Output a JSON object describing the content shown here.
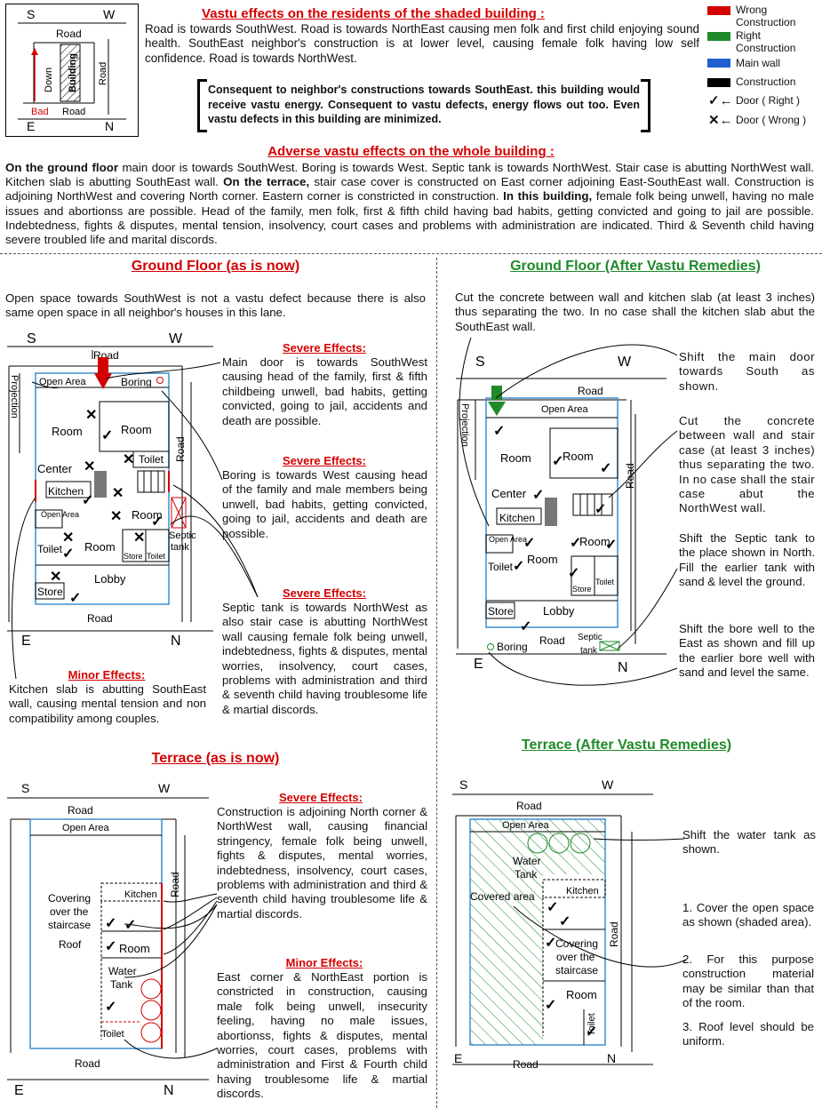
{
  "top": {
    "title": "Vastu effects on the residents of the shaded building :",
    "para": "Road is towards SouthWest. Road is towards NorthEast causing men folk and first child enjoying sound health. SouthEast neighbor's construction is at lower level, causing female folk having low self confidence. Road is towards NorthWest.",
    "note": "Consequent to neighbor's constructions towards SouthEast. this building would receive vastu energy. Consequent to vastu defects, energy flows out too. Even vastu defects in this building are minimized.",
    "inset": {
      "s": "S",
      "w": "W",
      "e": "E",
      "n": "N",
      "road_top": "Road",
      "road_right": "Road",
      "road_bottom": "Road",
      "down": "Down",
      "building": "Building",
      "bad": "Bad"
    }
  },
  "legend": [
    {
      "label": "Wrong Construction",
      "color": "#d40000"
    },
    {
      "label": "Right Construction",
      "color": "#1f8a2a"
    },
    {
      "label": "Main wall",
      "color": "#1f5fd0"
    },
    {
      "label": "Construction",
      "color": "#000000"
    },
    {
      "label": "Door ( Right )",
      "symbol": "✓←"
    },
    {
      "label": "Door ( Wrong )",
      "symbol": "✕←"
    }
  ],
  "adverse": {
    "title": "Adverse vastu effects on the whole building :",
    "p1_b": "On the ground floor",
    "p1": " main door is towards SouthWest. Boring is towards West. Septic tank is towards NorthWest. Stair case is abutting NorthWest wall. Kitchen slab is abutting SouthEast wall. ",
    "p2_b": "On the terrace,",
    "p2": " stair case cover is constructed on East corner adjoining East-SouthEast wall. Construction is adjoining NorthWest and covering North corner. Eastern corner is constricted in construction. ",
    "p3_b": "In this building,",
    "p3": " female folk being unwell, having no male issues and abortionss are possible. Head of the family, men folk, first & fifth child having bad habits, getting convicted and going to jail are possible. Indebtedness, fights & disputes, mental tension, insolvency, court cases and problems with administration are indicated. Third & Seventh child having severe troubled life and marital discords."
  },
  "gf_now": {
    "title": "Ground Floor (as is now)",
    "intro": "Open space towards SouthWest is not a vastu defect because there is also same open space in all neighbor's houses in this lane.",
    "sev1_title": "Severe Effects:",
    "sev1": "Main door is towards SouthWest causing head of the family, first & fifth childbeing unwell, bad habits, getting convicted, going to jail, accidents and death are possible.",
    "sev2_title": "Severe Effects:",
    "sev2": "Boring is towards West causing head of the family and male members being unwell, bad habits, getting convicted, going to jail, accidents and death are possible.",
    "sev3_title": "Severe Effects:",
    "sev3": "Septic tank is towards NorthWest as also stair case is abutting NorthWest wall causing female folk being unwell, indebtedness, fights & disputes, mental worries, insolvency, court cases, problems with administration and third & seventh child having troublesome life & martial discords.",
    "minor_title": "Minor Effects:",
    "minor": "Kitchen slab is abutting SouthEast wall, causing mental tension and non compatibility among couples.",
    "plan": {
      "s": "S",
      "w": "W",
      "e": "E",
      "n": "N",
      "road_top": "Road",
      "road_right": "Road",
      "road_bottom": "Road",
      "projection": "Projection",
      "open_area": "Open Area",
      "boring": "Boring",
      "room1": "Room",
      "room2": "Room",
      "room3": "Room",
      "room4": "Room",
      "center": "Center",
      "kitchen": "Kitchen",
      "toilet1": "Toilet",
      "toilet2": "Toilet",
      "toilet3": "Toilet",
      "store1": "Store",
      "store2": "Store",
      "open_area2": "Open Area",
      "septic": "Septic",
      "tank": "tank",
      "lobby": "Lobby"
    }
  },
  "gf_after": {
    "title": "Ground Floor (After Vastu Remedies)",
    "intro": "Cut the concrete between wall and kitchen slab (at least 3 inches) thus separating the two. In no case shall the kitchen slab abut the SouthEast wall.",
    "r1": "Shift the main door towards South as shown.",
    "r2": "Cut the concrete between wall and stair case (at least 3 inches) thus separating the two. In no case shall the stair case abut the NorthWest wall.",
    "r3": "Shift the Septic tank to the place shown in North. Fill the earlier tank with sand & level the ground.",
    "r4": "Shift the bore well to the East as shown and fill up the earlier bore well with sand and level the same.",
    "plan": {
      "s": "S",
      "w": "W",
      "e": "E",
      "n": "N",
      "road_top": "Road",
      "road_right": "Road",
      "road_bottom": "Road",
      "projection": "Projection",
      "open_area": "Open Area",
      "boring": "Boring",
      "room1": "Room",
      "room2": "Room",
      "room3": "Room",
      "room4": "Room",
      "center": "Center",
      "kitchen": "Kitchen",
      "toilet1": "Toilet",
      "toilet2": "Toilet",
      "store1": "Store",
      "store2": "Store",
      "open_area2": "Open Area",
      "septic": "Septic",
      "tank": "tank",
      "lobby": "Lobby"
    }
  },
  "terrace_now": {
    "title": "Terrace (as is now)",
    "sev_title": "Severe Effects:",
    "sev": "Construction is adjoining North corner & NorthWest wall, causing financial stringency, female folk being unwell, fights & disputes, mental worries, indebtedness, insolvency, court cases, problems with administration and third & seventh child having troublesome life & martial discords.",
    "minor_title": "Minor Effects:",
    "minor": "East corner & NorthEast portion is constricted in construction, causing male folk being unwell, insecurity feeling, having no male issues, abortionss, fights & disputes, mental worries, court cases, problems with administration and First & Fourth child having troublesome life & martial discords.",
    "plan": {
      "s": "S",
      "w": "W",
      "e": "E",
      "n": "N",
      "road_top": "Road",
      "road_right": "Road",
      "road_bottom": "Road",
      "open_area": "Open Area",
      "kitchen": "Kitchen",
      "covering": "Covering",
      "over_the": "over the",
      "staircase": "staircase",
      "roof": "Roof",
      "room": "Room",
      "water": "Water",
      "tank": "Tank",
      "toilet": "Toilet"
    }
  },
  "terrace_after": {
    "title": "Terrace (After Vastu Remedies)",
    "r0": "Shift the water tank as shown.",
    "r1": "1. Cover the open space as shown (shaded area).",
    "r2": "2. For this purpose construction material may be similar than that of the room.",
    "r3": "3. Roof level should be uniform.",
    "plan": {
      "s": "S",
      "w": "W",
      "e": "E",
      "n": "N",
      "road_top": "Road",
      "road_right": "Road",
      "road_bottom": "Road",
      "open_area": "Open Area",
      "kitchen": "Kitchen",
      "covered": "Covered area",
      "covering": "Covering",
      "over_the": "over the",
      "staircase": "staircase",
      "room": "Room",
      "water": "Water",
      "tank": "Tank",
      "toilet": "Toilet"
    }
  }
}
